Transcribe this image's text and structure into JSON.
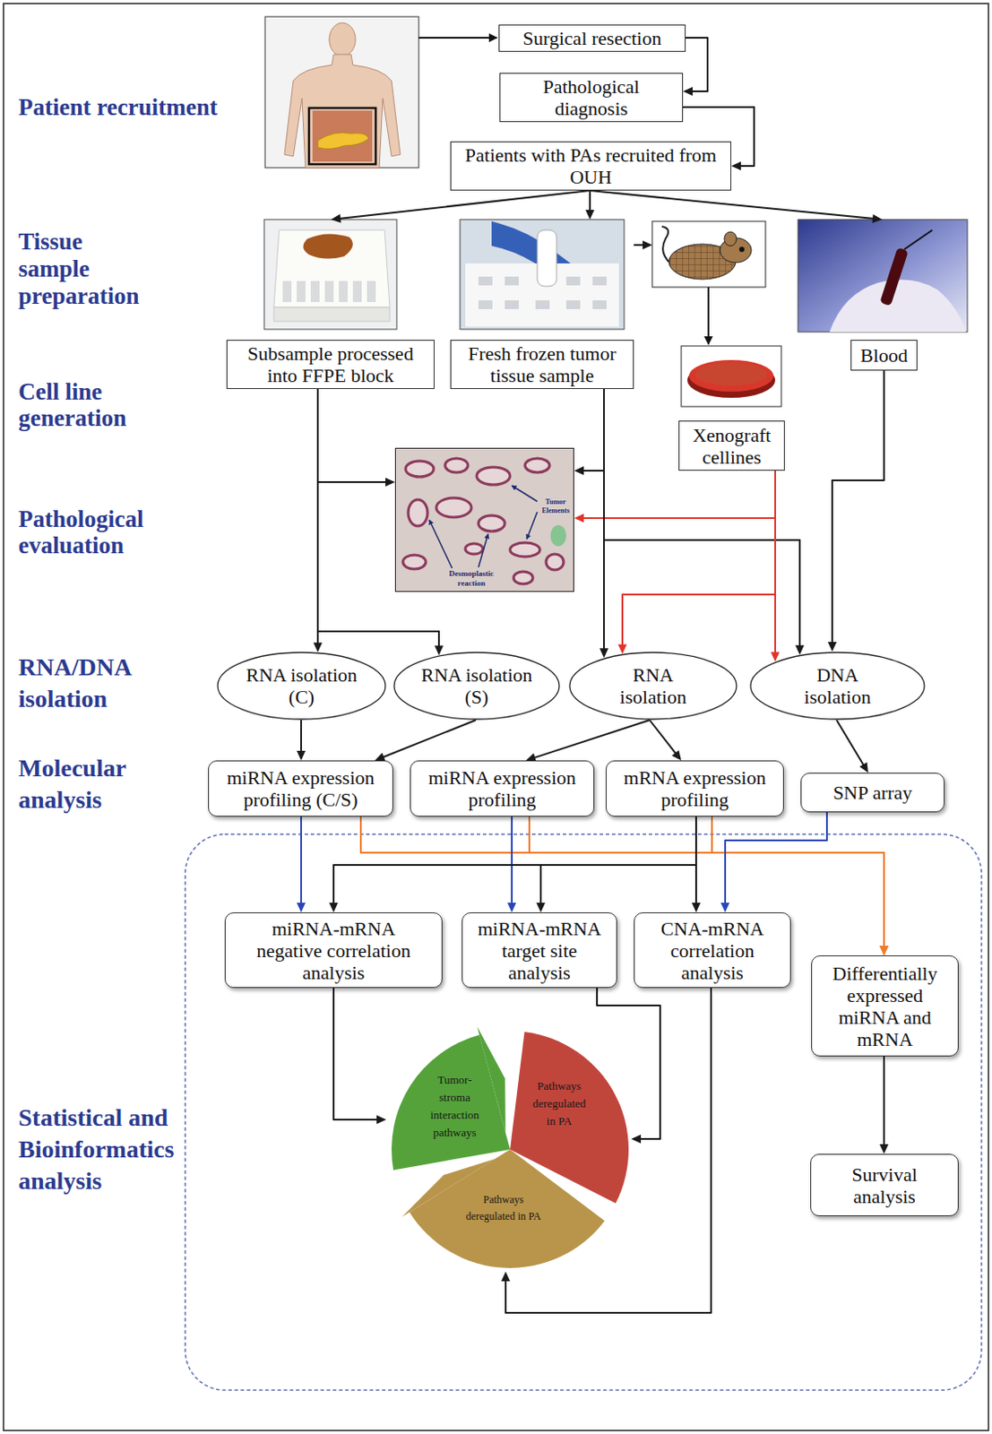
{
  "diagram": {
    "nodes": [
      {
        "text": [
          "Surgical resection"
        ]
      },
      {
        "text": [
          "Pathological diagnosis"
        ]
      },
      {
        "text": [
          "Patients with PAs recruited from OUH"
        ]
      },
      {
        "text": [
          "Subsample processed into FFPE block"
        ]
      },
      {
        "text": [
          "Fresh frozen tumor tissue sample"
        ]
      },
      {
        "text": [
          "Xenograft cellines"
        ]
      },
      {
        "text": [
          "Blood"
        ]
      },
      {
        "text": [
          "Tumor Elements",
          "Desmoplastic reaction"
        ]
      },
      {
        "text": [
          "RNA isolation (C)"
        ]
      },
      {
        "text": [
          "RNA isolation (S)"
        ]
      },
      {
        "text": [
          "RNA isolation"
        ]
      },
      {
        "text": [
          "DNA isolation"
        ]
      },
      {
        "text": [
          "miRNA expression profiling (C/S)"
        ]
      },
      {
        "text": [
          "miRNA expression profiling"
        ]
      },
      {
        "text": [
          "mRNA expression profiling"
        ]
      },
      {
        "text": [
          "SNP array"
        ]
      },
      {
        "text": [
          "miRNA-mRNA negative correlation analysis"
        ]
      },
      {
        "text": [
          "miRNA-mRNA target site analysis"
        ]
      },
      {
        "text": [
          "CNA-mRNA correlation analysis"
        ]
      },
      {
        "text": [
          "Differentially expressed miRNA and mRNA"
        ]
      },
      {
        "text": [
          "Survival analysis"
        ]
      },
      {
        "text": [
          "Tumor-stroma interaction pathways"
        ]
      },
      {
        "text": [
          "Pathways deregulated in PA"
        ]
      },
      {
        "text": [
          "Pathways deregulated in PA"
        ]
      }
    ],
    "edges": [
      {
        "from": 0,
        "to": 1,
        "arrow": "to"
      },
      {
        "from": 1,
        "to": 2,
        "arrow": "to"
      },
      {
        "from": 2,
        "to": 3,
        "arrow": "to"
      },
      {
        "from": 2,
        "to": 4,
        "arrow": "to"
      },
      {
        "from": 2,
        "to": 6,
        "arrow": "to"
      },
      {
        "from": 4,
        "to": 5,
        "arrow": "to"
      },
      {
        "from": 3,
        "to": 7,
        "arrow": "to"
      },
      {
        "from": 4,
        "to": 7,
        "arrow": "to"
      },
      {
        "from": 5,
        "to": 7,
        "arrow": "to"
      },
      {
        "from": 3,
        "to": 8,
        "arrow": "to"
      },
      {
        "from": 3,
        "to": 9,
        "arrow": "to"
      },
      {
        "from": 4,
        "to": 10,
        "arrow": "to"
      },
      {
        "from": 4,
        "to": 11,
        "arrow": "to"
      },
      {
        "from": 5,
        "to": 10,
        "arrow": "to"
      },
      {
        "from": 5,
        "to": 11,
        "arrow": "to"
      },
      {
        "from": 6,
        "to": 11,
        "arrow": "to"
      },
      {
        "from": 8,
        "to": 12,
        "arrow": "to"
      },
      {
        "from": 9,
        "to": 12,
        "arrow": "to"
      },
      {
        "from": 10,
        "to": 13,
        "arrow": "to"
      },
      {
        "from": 10,
        "to": 14,
        "arrow": "to"
      },
      {
        "from": 11,
        "to": 15,
        "arrow": "to"
      },
      {
        "from": 12,
        "to": 16,
        "arrow": "to"
      },
      {
        "from": 12,
        "to": 19,
        "arrow": "to"
      },
      {
        "from": 13,
        "to": 17,
        "arrow": "to"
      },
      {
        "from": 13,
        "to": 19,
        "arrow": "to"
      },
      {
        "from": 14,
        "to": 16,
        "arrow": "to"
      },
      {
        "from": 14,
        "to": 17,
        "arrow": "to"
      },
      {
        "from": 14,
        "to": 18,
        "arrow": "to"
      },
      {
        "from": 14,
        "to": 19,
        "arrow": "to"
      },
      {
        "from": 15,
        "to": 18,
        "arrow": "to"
      },
      {
        "from": 16,
        "to": 21,
        "arrow": "to"
      },
      {
        "from": 17,
        "to": 22,
        "arrow": "to"
      },
      {
        "from": 18,
        "to": 23,
        "arrow": "to"
      },
      {
        "from": 19,
        "to": 20,
        "arrow": "to"
      }
    ],
    "labels": [
      "Patient recruitment",
      "Tissue sample preparation",
      "Cell line generation",
      "Pathological evaluation",
      "RNA/DNA isolation",
      "Molecular analysis",
      "Statistical and Bioinformatics analysis"
    ]
  }
}
